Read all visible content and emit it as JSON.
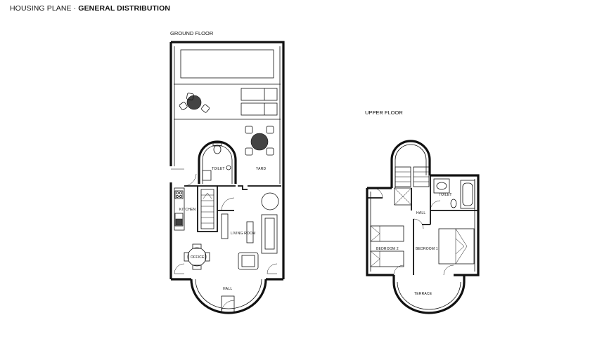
{
  "header": {
    "title_prefix": "HOUSING PLANE · ",
    "title_bold": "GENERAL DISTRIBUTION"
  },
  "ground_floor": {
    "label": "GROUND FLOOR",
    "rooms": {
      "toilet": "TOILET",
      "yard": "YARD",
      "kitchen": "KITCHEN",
      "living_room": "LIVING ROOM",
      "office": "OFFICE",
      "hall": "HALL"
    }
  },
  "upper_floor": {
    "label": "UPPER FLOOR",
    "rooms": {
      "toilet": "TOILET",
      "hall": "HALL",
      "bedroom_2": "BEDROOM 2",
      "bedroom_1": "BEDROOM 1",
      "terrace": "TERRACE"
    }
  }
}
